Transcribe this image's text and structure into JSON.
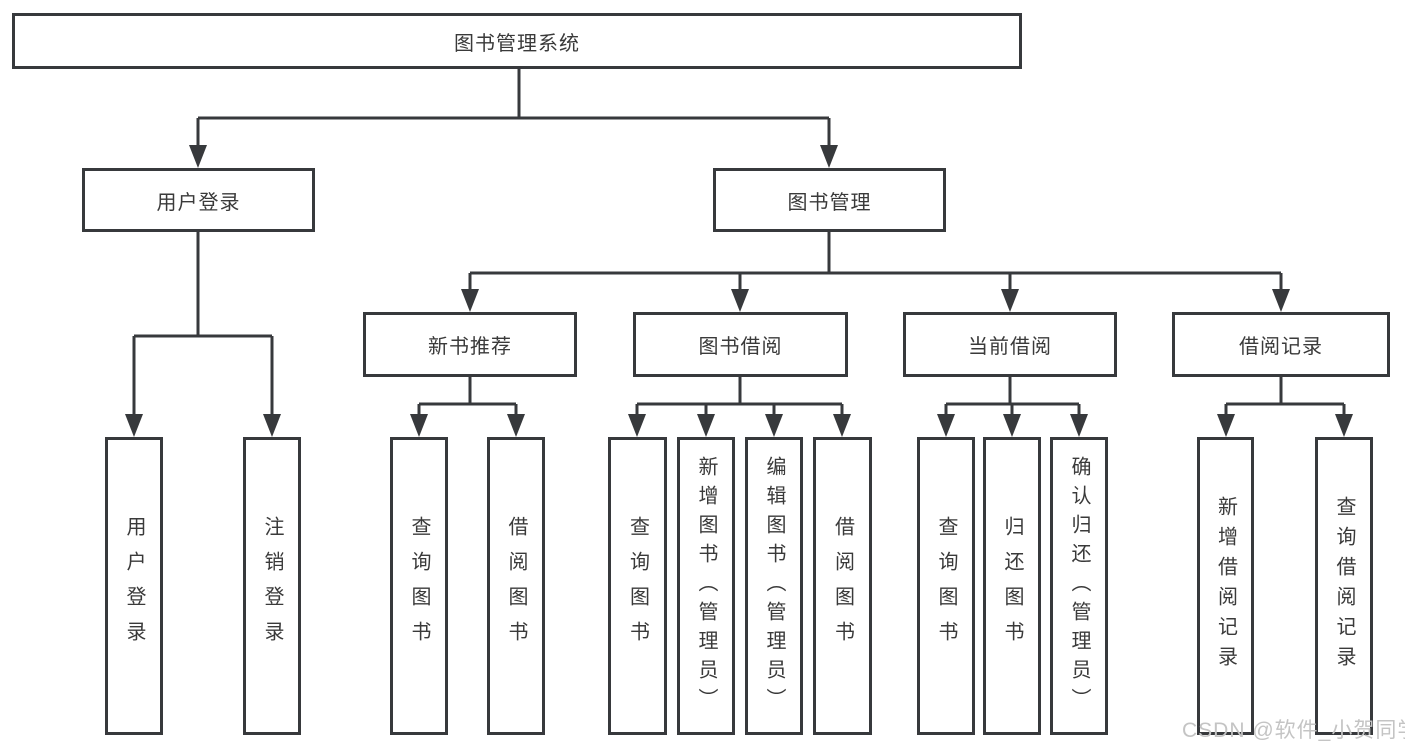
{
  "diagram": {
    "root": {
      "label": "图书管理系统"
    },
    "branches": [
      {
        "label": "用户登录",
        "children": [
          {
            "label": "用户登录"
          },
          {
            "label": "注销登录"
          }
        ]
      },
      {
        "label": "图书管理",
        "children": [
          {
            "label": "新书推荐",
            "children": [
              {
                "label": "查询图书"
              },
              {
                "label": "借阅图书"
              }
            ]
          },
          {
            "label": "图书借阅",
            "children": [
              {
                "label": "查询图书"
              },
              {
                "label": "新增图书（管理员）"
              },
              {
                "label": "编辑图书（管理员）"
              },
              {
                "label": "借阅图书"
              }
            ]
          },
          {
            "label": "当前借阅",
            "children": [
              {
                "label": "查询图书"
              },
              {
                "label": "归还图书"
              },
              {
                "label": "确认归还（管理员）"
              }
            ]
          },
          {
            "label": "借阅记录",
            "children": [
              {
                "label": "新增借阅记录"
              },
              {
                "label": "查询借阅记录"
              }
            ]
          }
        ]
      }
    ]
  },
  "watermark": {
    "text": "CSDN @软件_小贺同学"
  },
  "colors": {
    "line": "#37393c",
    "text": "#3a3a3a",
    "background": "#ffffff",
    "watermark": "#c4c4c4"
  }
}
